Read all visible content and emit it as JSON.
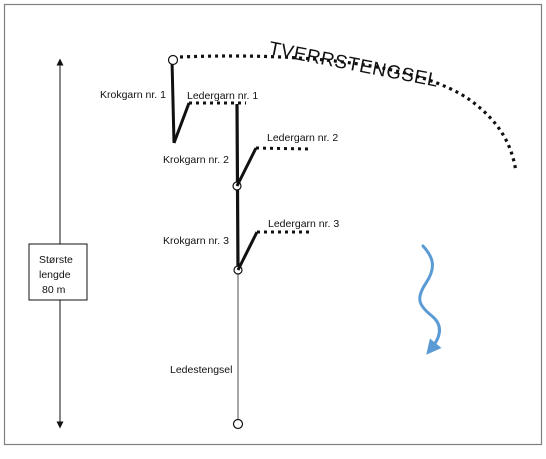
{
  "diagram": {
    "title": "TVERRSTENGSEL",
    "labels": {
      "krokgarn_1": "Krokgarn nr. 1",
      "krokgarn_2": "Krokgarn nr. 2",
      "krokgarn_3": "Krokgarn nr. 3",
      "ledergarn_1": "Ledergarn nr. 1",
      "ledergarn_2": "Ledergarn nr. 2",
      "ledergarn_3": "Ledergarn nr. 3",
      "ledestengsel": "Ledestengsel"
    },
    "length_box": {
      "line1": "Største",
      "line2": "lengde",
      "line3": "80 m"
    },
    "colors": {
      "line": "#111111",
      "current_arrow": "#5b9bd5",
      "frame_border": "#7f7f7f"
    }
  }
}
